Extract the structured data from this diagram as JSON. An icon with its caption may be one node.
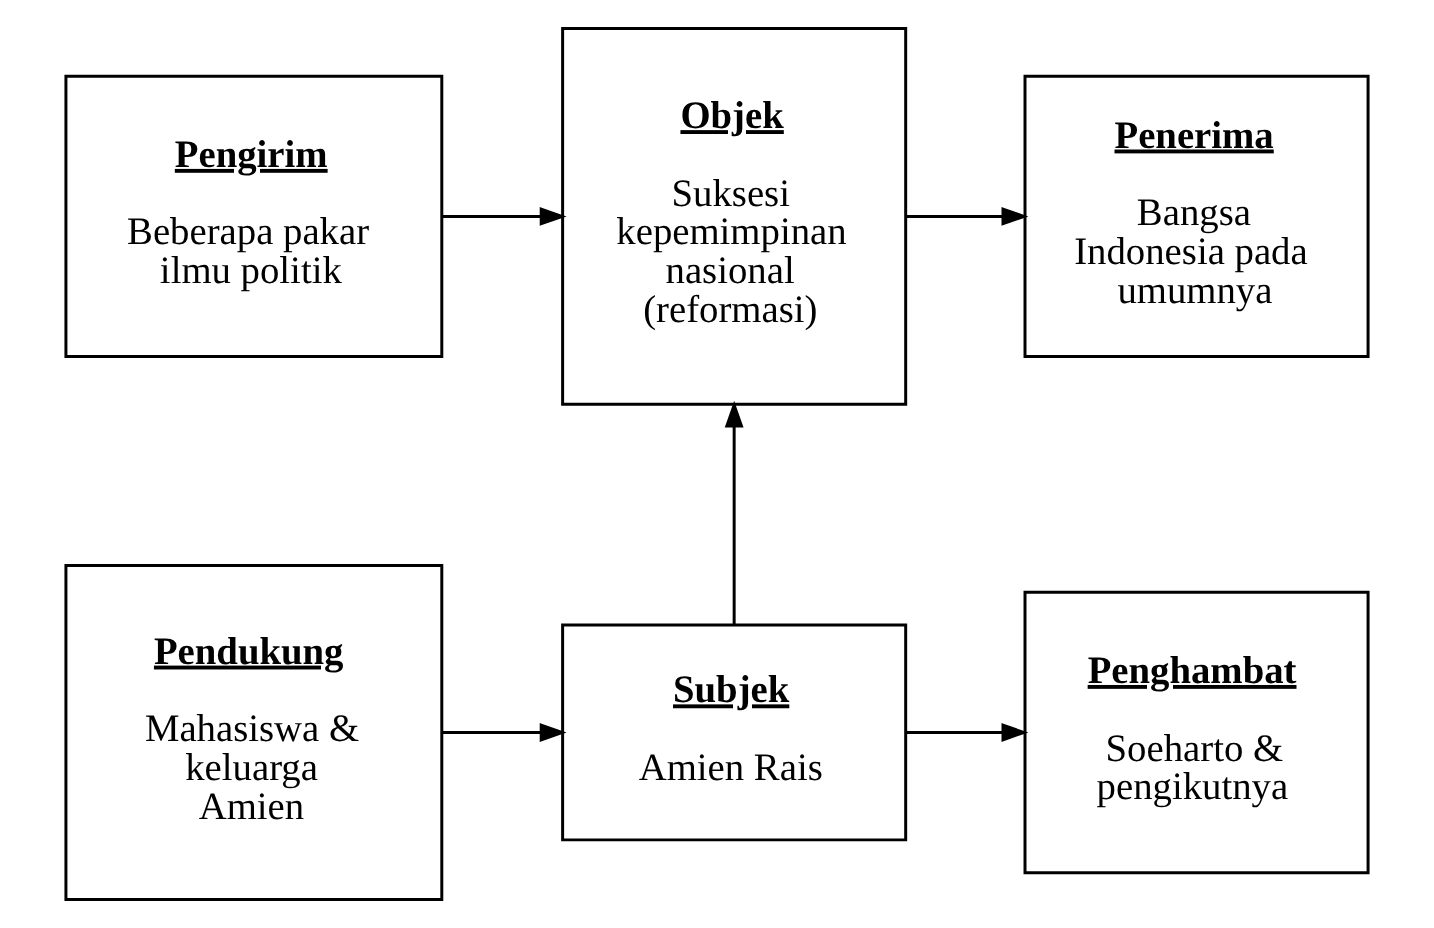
{
  "diagram": {
    "nodes": [
      {
        "text": [
          "Pengirim",
          "Beberapa pakar ilmu politik"
        ]
      },
      {
        "text": [
          "Objek",
          "Suksesi kepemimpinan nasional (reformasi)"
        ]
      },
      {
        "text": [
          "Penerima",
          "Bangsa Indonesia pada umumnya"
        ]
      },
      {
        "text": [
          "Pendukung",
          "Mahasiswa & keluarga Amien"
        ]
      },
      {
        "text": [
          "Subjek",
          "Amien Rais"
        ]
      },
      {
        "text": [
          "Penghambat",
          "Soeharto & pengikutnya"
        ]
      }
    ],
    "edges": [
      {
        "from": 0,
        "to": 1,
        "arrow": "to"
      },
      {
        "from": 1,
        "to": 2,
        "arrow": "to"
      },
      {
        "from": 4,
        "to": 1,
        "arrow": "to"
      },
      {
        "from": 3,
        "to": 4,
        "arrow": "to"
      },
      {
        "from": 4,
        "to": 5,
        "arrow": "to"
      }
    ]
  }
}
